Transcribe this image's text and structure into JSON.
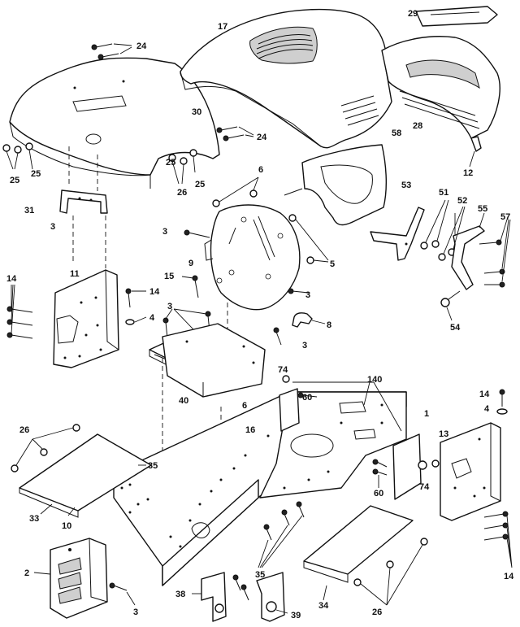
{
  "callouts": {
    "c29": "29",
    "c17": "17",
    "c24a": "24",
    "c30": "30",
    "c28": "28",
    "c24b": "24",
    "c25a": "25",
    "c25b": "25",
    "c25c": "25",
    "c26a": "26",
    "c25d": "25",
    "c58": "58",
    "c12": "12",
    "c6a": "6",
    "c31": "31",
    "c3a": "3",
    "c53": "53",
    "c51": "51",
    "c52": "52",
    "c55": "55",
    "c57": "57",
    "c3b": "3",
    "c5": "5",
    "c9": "9",
    "c11": "11",
    "c14a": "14",
    "c15": "15",
    "c14b": "14",
    "c3c": "3",
    "c4a": "4",
    "c8": "8",
    "c3d": "3",
    "c3e": "3",
    "c54": "54",
    "c74a": "74",
    "c140": "140",
    "c60a": "60",
    "c40": "40",
    "c6b": "6",
    "c1": "1",
    "c16": "16",
    "c14c": "14",
    "c4b": "4",
    "c13": "13",
    "c26b": "26",
    "c35a": "35",
    "c60b": "60",
    "c74b": "74",
    "c33": "33",
    "c10": "10",
    "c14d": "14",
    "c2": "2",
    "c35b": "35",
    "c34": "34",
    "c3f": "3",
    "c38": "38",
    "c39": "39",
    "c26c": "26"
  }
}
